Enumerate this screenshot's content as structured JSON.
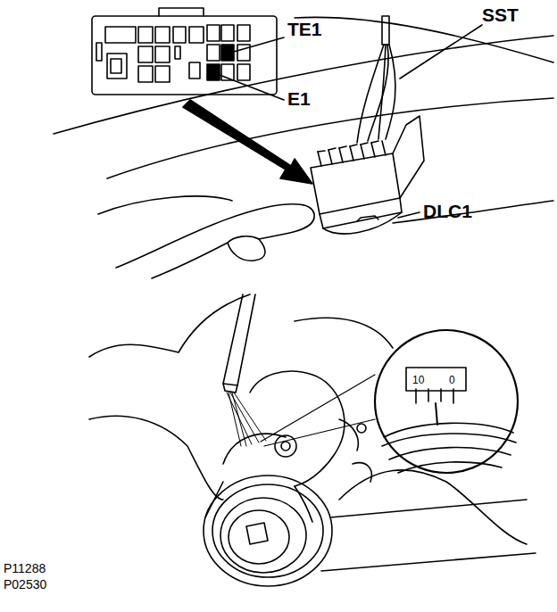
{
  "diagram": {
    "labels": [
      "TE1",
      "E1",
      "SST",
      "DLC1",
      "10",
      "0",
      "P11288",
      "P02530"
    ]
  }
}
